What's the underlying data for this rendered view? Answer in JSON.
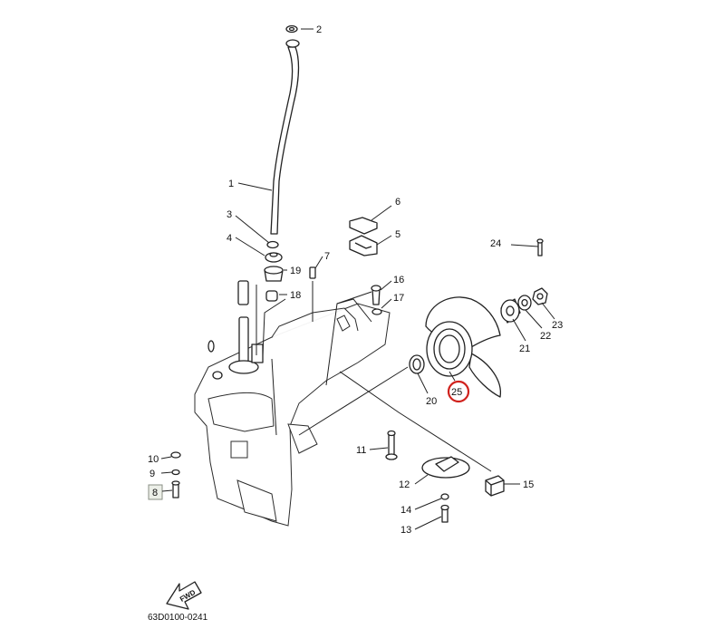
{
  "diagram": {
    "drawing_code": "63D0100-0241",
    "fwd_label": "FWD",
    "callouts": [
      {
        "id": "1",
        "label": "1"
      },
      {
        "id": "2",
        "label": "2"
      },
      {
        "id": "3",
        "label": "3"
      },
      {
        "id": "4",
        "label": "4"
      },
      {
        "id": "5",
        "label": "5"
      },
      {
        "id": "6",
        "label": "6"
      },
      {
        "id": "7",
        "label": "7"
      },
      {
        "id": "8",
        "label": "8"
      },
      {
        "id": "9",
        "label": "9"
      },
      {
        "id": "10",
        "label": "10"
      },
      {
        "id": "11",
        "label": "11"
      },
      {
        "id": "12",
        "label": "12"
      },
      {
        "id": "13",
        "label": "13"
      },
      {
        "id": "14",
        "label": "14"
      },
      {
        "id": "15",
        "label": "15"
      },
      {
        "id": "16",
        "label": "16"
      },
      {
        "id": "17",
        "label": "17"
      },
      {
        "id": "18",
        "label": "18"
      },
      {
        "id": "19",
        "label": "19"
      },
      {
        "id": "20",
        "label": "20"
      },
      {
        "id": "21",
        "label": "21"
      },
      {
        "id": "22",
        "label": "22"
      },
      {
        "id": "23",
        "label": "23"
      },
      {
        "id": "24",
        "label": "24"
      },
      {
        "id": "25",
        "label": "25"
      }
    ],
    "highlight": {
      "boxed_callout": "8",
      "circled_callout": "25",
      "box_color": "#ecefe8",
      "circle_color": "#d0211c"
    }
  }
}
